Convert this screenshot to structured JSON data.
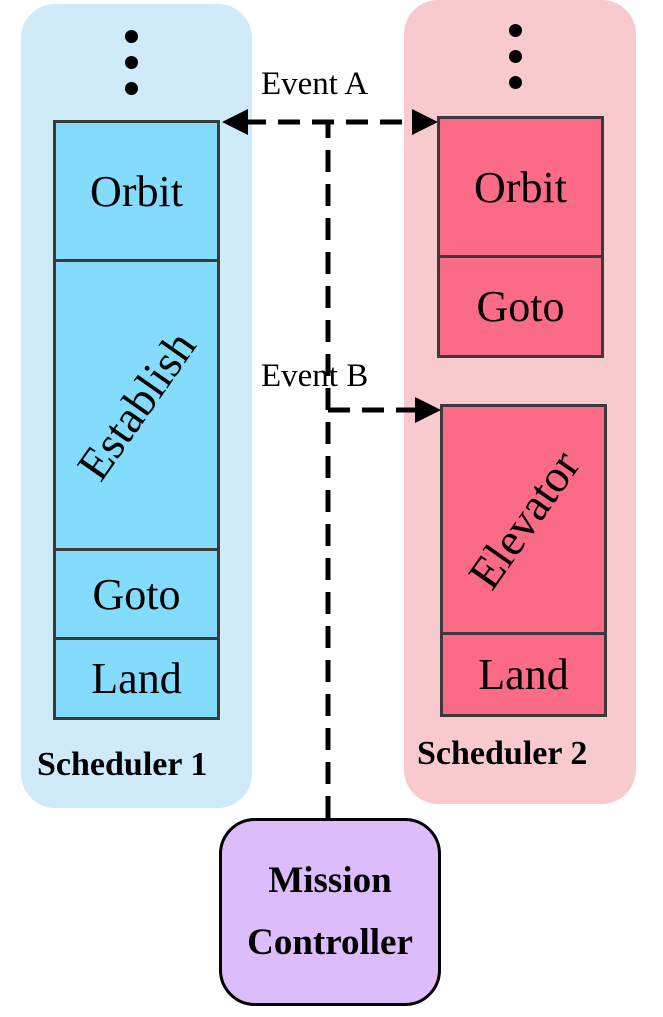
{
  "scheduler1": {
    "label": "Scheduler 1",
    "tasks": [
      "Orbit",
      "Establish",
      "Goto",
      "Land"
    ],
    "color": "#84dcfc",
    "panel_color": "#cfeaf9"
  },
  "scheduler2": {
    "label": "Scheduler 2",
    "tasks": [
      "Orbit",
      "Goto",
      "Elevator",
      "Land"
    ],
    "color": "#fb6a86",
    "panel_color": "#f8cacd"
  },
  "events": {
    "a": "Event A",
    "b": "Event B"
  },
  "mission_controller": {
    "line1": "Mission",
    "line2": "Controller",
    "color": "#dcbcfb"
  }
}
